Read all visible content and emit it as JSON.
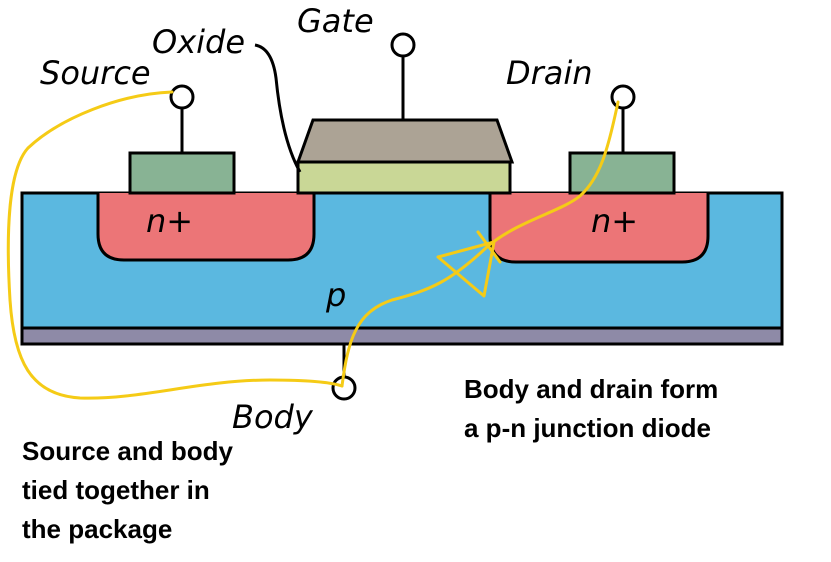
{
  "labels": {
    "gate": "Gate",
    "oxide": "Oxide",
    "source": "Source",
    "drain": "Drain",
    "body": "Body",
    "source_region": "n+",
    "drain_region": "n+",
    "substrate": "p"
  },
  "annotations": {
    "drain_body": [
      "Body and drain form",
      "a p-n junction diode"
    ],
    "source_body": [
      "Source and body",
      "tied together in",
      "the package"
    ]
  },
  "colors": {
    "substrate": "#5BB8E0",
    "n_plus": "#EC7577",
    "contact": "#88B394",
    "oxide": "#C9D796",
    "gate": "#ACA395",
    "body_plate": "#8E8AA7",
    "annotation_stroke": "#F5CB16",
    "outline": "#000000"
  }
}
